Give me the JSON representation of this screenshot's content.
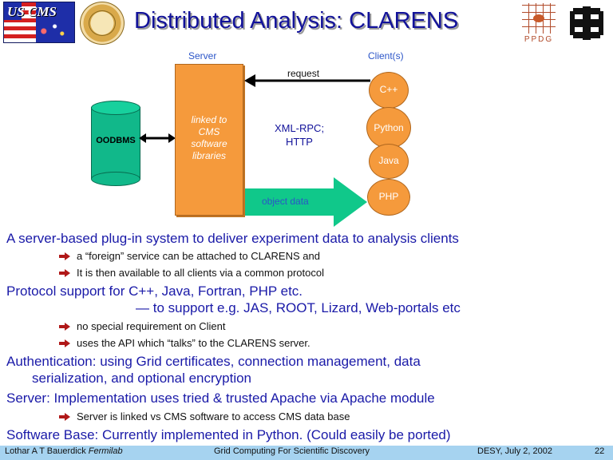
{
  "header": {
    "title": "Distributed Analysis: CLARENS",
    "uscms_logo_text": "US CMS",
    "ppdg_label": "PPDG"
  },
  "diagram": {
    "server_label": "Server",
    "clients_label": "Client(s)",
    "server_box_text": [
      "linked to",
      "CMS",
      "software",
      "libraries"
    ],
    "database_label": "OODBMS",
    "request_label": "request",
    "protocol_label": [
      "XML-RPC;",
      "HTTP"
    ],
    "object_data_label": "object data",
    "clients": [
      "C++",
      "Python",
      "Java",
      "PHP"
    ],
    "colors": {
      "server": "#f59a3c",
      "database": "#11b88a",
      "arrow_green": "#10c88a"
    }
  },
  "content": {
    "p1": "A server-based plug-in system to deliver experiment data to analysis clients",
    "p1_b1": "a “foreign” service can be attached to CLARENS and",
    "p1_b2": "It is then available to all clients via a common protocol",
    "p2_l1": "Protocol support for C++, Java, Fortran, PHP etc.",
    "p2_l2": "— to support e.g. JAS, ROOT, Lizard, Web-portals etc",
    "p2_b1": "no special requirement on Client",
    "p2_b2": "uses the API which “talks” to the CLARENS server.",
    "p3_l1": "Authentication: using Grid certificates, connection management, data",
    "p3_l2": "serialization, and optional encryption",
    "p4": "Server: Implementation uses tried & trusted Apache via Apache module",
    "p4_b1": "Server is linked vs CMS software to access CMS data base",
    "p5": "Software Base: Currently implemented in Python. (Could easily be ported)"
  },
  "footer": {
    "author": "Lothar A T Bauerdick",
    "lab": "Fermilab",
    "conference": "Grid Computing For Scientific Discovery",
    "date": "DESY, July 2, 2002",
    "page": "22"
  }
}
